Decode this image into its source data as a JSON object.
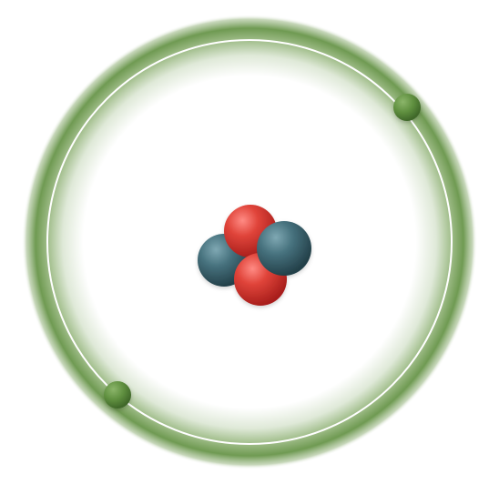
{
  "diagram": {
    "kind": "atom-model",
    "orbit_color": "#6f9a52",
    "orbit_line_color": "#ffffff",
    "electron_color": "#5f8f3f",
    "proton_color": "#d73a32",
    "neutron_color": "#3f6f7c",
    "electron_count": 2,
    "proton_count": 2,
    "neutron_count": 2
  }
}
